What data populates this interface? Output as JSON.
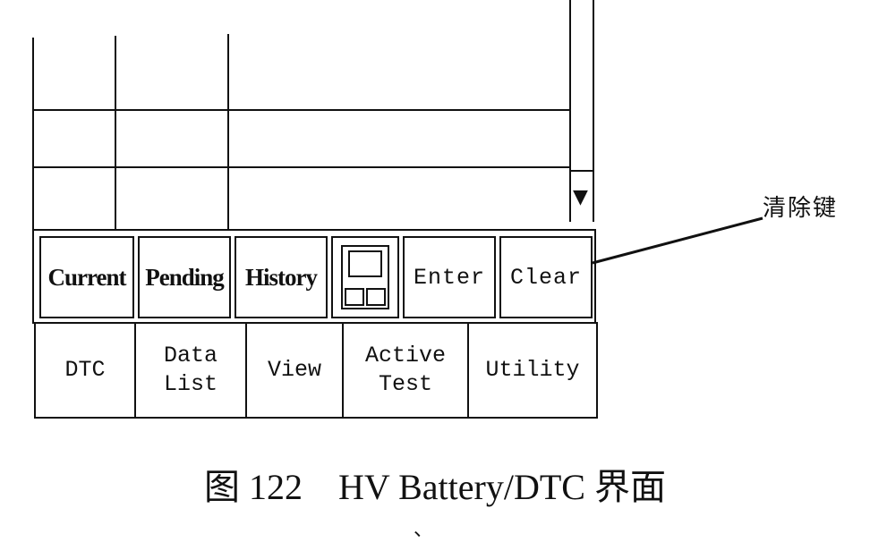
{
  "table": {
    "rows": [
      [
        "",
        "",
        ""
      ],
      [
        "",
        "",
        ""
      ],
      [
        "",
        "",
        ""
      ]
    ]
  },
  "scrollbar": {
    "down_arrow": "▼"
  },
  "function_buttons": [
    {
      "label": "Current"
    },
    {
      "label": "Pending"
    },
    {
      "label": "History"
    },
    {
      "label": "",
      "icon": "layout-grid-icon"
    },
    {
      "label": "Enter"
    },
    {
      "label": "Clear"
    }
  ],
  "nav_buttons": [
    {
      "label": "DTC"
    },
    {
      "label": "Data\nList"
    },
    {
      "label": "View"
    },
    {
      "label": "Active\nTest"
    },
    {
      "label": "Utility"
    }
  ],
  "callout": {
    "label": "清除键"
  },
  "caption": {
    "text": "图 122　HV Battery/DTC 界面"
  },
  "mark": "、"
}
